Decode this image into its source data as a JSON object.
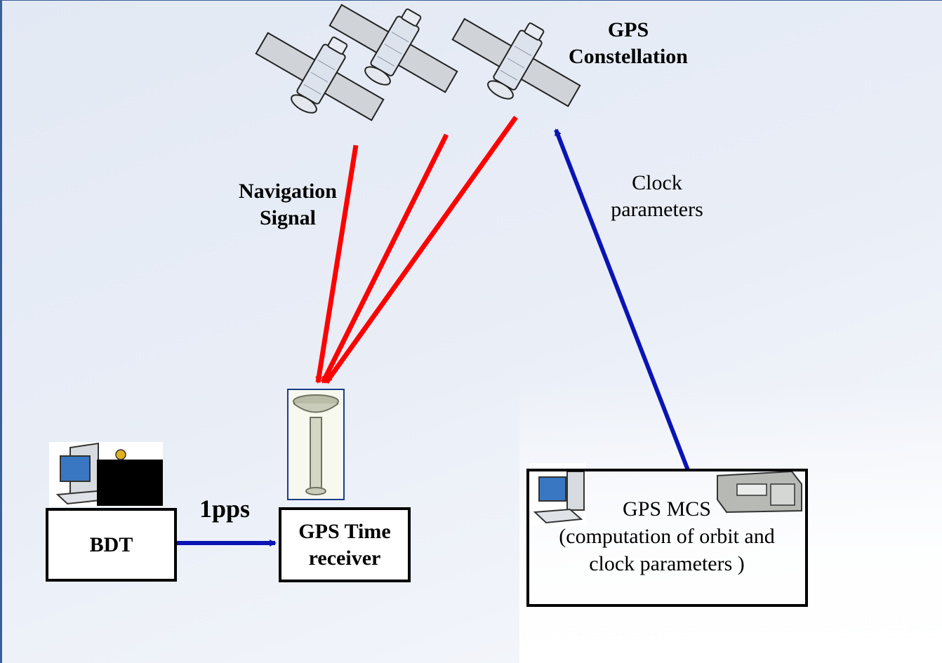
{
  "constellation_label": [
    "GPS",
    "Constellation"
  ],
  "navigation_label": [
    "Navigation",
    "Signal"
  ],
  "clock_label": [
    "Clock",
    "parameters"
  ],
  "pps_label": "1pps",
  "bdt_label": "BDT",
  "receiver_label": [
    "GPS Time",
    "receiver"
  ],
  "mcs_label": [
    "GPS MCS",
    "(computation of orbit and",
    "clock parameters  )"
  ],
  "colors": {
    "signal": "#ff0000",
    "control": "#0a14b4",
    "frame": "#3a5f9a"
  }
}
